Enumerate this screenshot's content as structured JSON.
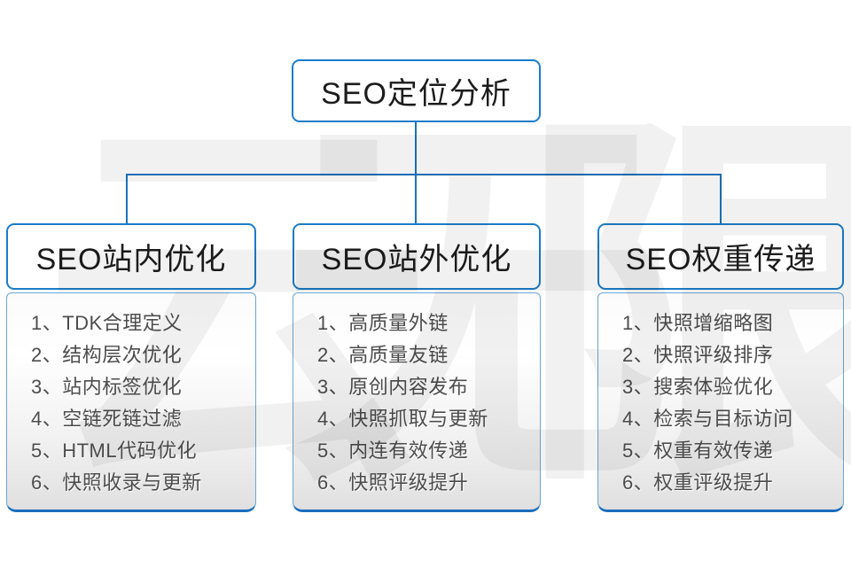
{
  "diagram": {
    "root": {
      "title": "SEO定位分析"
    },
    "watermark": {
      "char1": "云",
      "char2": "无",
      "char3": "限"
    },
    "columns": [
      {
        "title": "SEO站内优化",
        "items": [
          "1、TDK合理定义",
          "2、结构层次优化",
          "3、站内标签优化",
          "4、空链死链过滤",
          "5、HTML代码优化",
          "6、快照收录与更新"
        ]
      },
      {
        "title": "SEO站外优化",
        "items": [
          "1、高质量外链",
          "2、高质量友链",
          "3、原创内容发布",
          "4、快照抓取与更新",
          "5、内连有效传递",
          "6、快照评级提升"
        ]
      },
      {
        "title": "SEO权重传递",
        "items": [
          "1、快照增缩略图",
          "2、快照评级排序",
          "3、搜索体验优化",
          "4、检索与目标访问",
          "5、权重有效传递",
          "6、权重评级提升"
        ]
      }
    ],
    "colors": {
      "line_blue": "#1874bf",
      "node_border_blue": "#1b7cc8",
      "panel_bottom_blue": "#1a6ebc",
      "watermark_gray": "#eaeaea"
    }
  }
}
